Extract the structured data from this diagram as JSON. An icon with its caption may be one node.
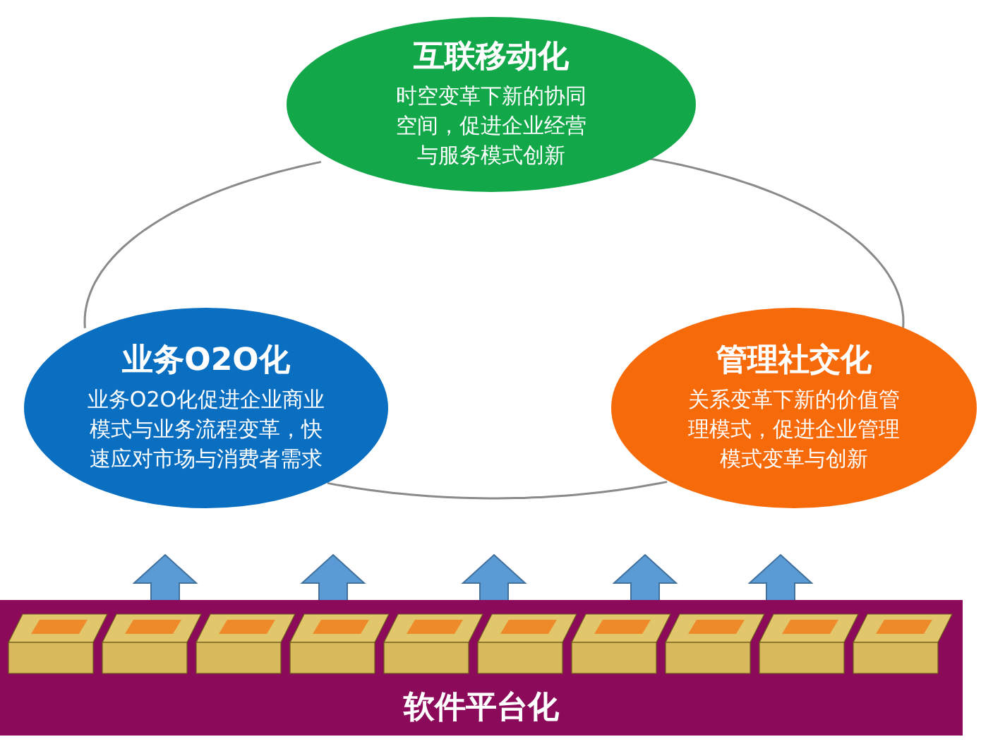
{
  "diagram": {
    "nodes": [
      {
        "text": [
          "互联移动化",
          "时空变革下新的协同空间，促进企业经营与服务模式创新"
        ]
      },
      {
        "text": [
          "业务O2O化",
          "业务O2O化促进企业商业模式与业务流程变革，快速应对市场与消费者需求"
        ]
      },
      {
        "text": [
          "管理社交化",
          "关系变革下新的价值管理模式，促进企业管理模式变革与创新"
        ]
      },
      {
        "text": [
          "软件平台化"
        ]
      }
    ],
    "edges": [
      {
        "from": 0,
        "to": 1,
        "arrow": "none"
      },
      {
        "from": 1,
        "to": 2,
        "arrow": "none"
      },
      {
        "from": 2,
        "to": 0,
        "arrow": "none"
      }
    ]
  }
}
